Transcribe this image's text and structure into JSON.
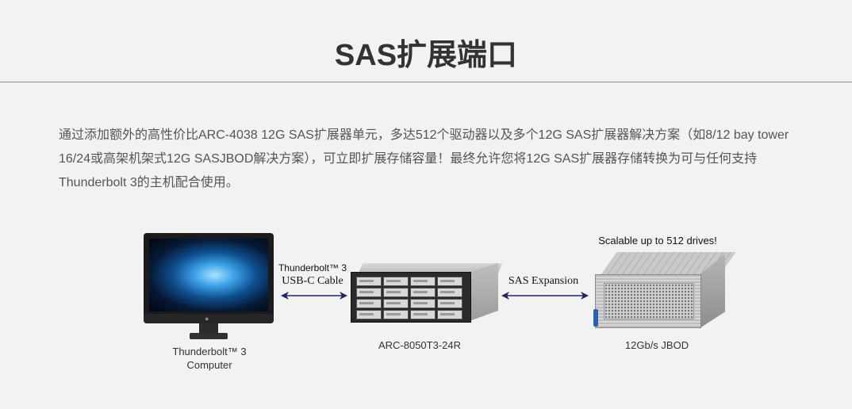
{
  "title": "SAS扩展端口",
  "paragraph": "通过添加额外的高性价比ARC-4038 12G SAS扩展器单元，多达512个驱动器以及多个12G SAS扩展器解决方案（如8/12 bay tower 16/24或高架机架式12G SASJBOD解决方案），可立即扩展存储容量！最终允许您将12G SAS扩展器存储转换为可与任何支持Thunderbolt 3的主机配合使用。",
  "diagram": {
    "link1_line1": "Thunderbolt™ 3",
    "link1_line2": "USB-C Cable",
    "link2": "SAS Expansion",
    "scalable": "Scalable up to 512 drives!",
    "computer_line1": "Thunderbolt™ 3",
    "computer_line2": "Computer",
    "raid_label": "ARC-8050T3-24R",
    "jbod_label": "12Gb/s JBOD"
  },
  "colors": {
    "background": "#f2f2f2",
    "arrow": "#1c2466"
  }
}
